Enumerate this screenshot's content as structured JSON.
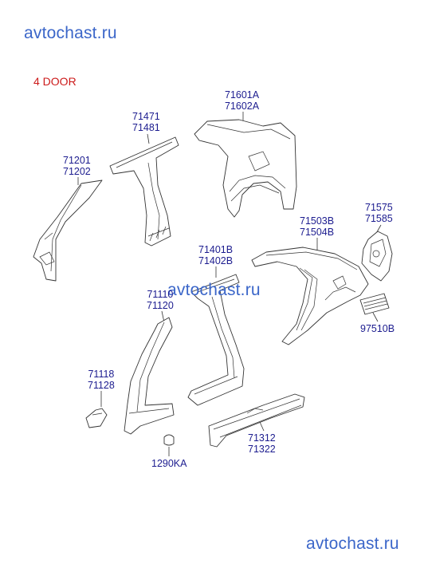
{
  "watermarks": {
    "top": "avtochast.ru",
    "middle": "avtochast.ru",
    "bottom": "avtochast.ru"
  },
  "title": "4 DOOR",
  "parts": [
    {
      "id": "p1",
      "lines": [
        "71601A",
        "71602A"
      ]
    },
    {
      "id": "p2",
      "lines": [
        "71471",
        "71481"
      ]
    },
    {
      "id": "p3",
      "lines": [
        "71201",
        "71202"
      ]
    },
    {
      "id": "p4",
      "lines": [
        "71575",
        "71585"
      ]
    },
    {
      "id": "p5",
      "lines": [
        "71503B",
        "71504B"
      ]
    },
    {
      "id": "p6",
      "lines": [
        "71401B",
        "71402B"
      ]
    },
    {
      "id": "p7",
      "lines": [
        "71110",
        "71120"
      ]
    },
    {
      "id": "p8",
      "lines": [
        "97510B"
      ]
    },
    {
      "id": "p9",
      "lines": [
        "71118",
        "71128"
      ]
    },
    {
      "id": "p10",
      "lines": [
        "71312",
        "71322"
      ]
    },
    {
      "id": "p11",
      "lines": [
        "1290KA"
      ]
    }
  ]
}
